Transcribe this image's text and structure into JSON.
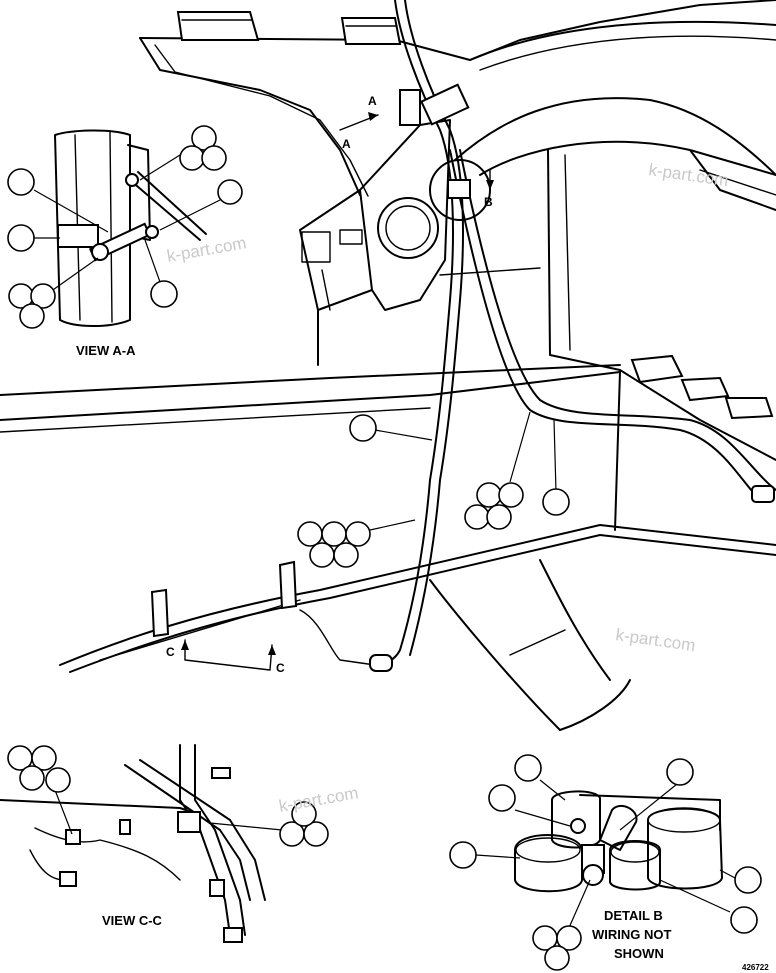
{
  "labels": {
    "view_aa": "VIEW A-A",
    "view_cc": "VIEW C-C",
    "detail_b_line1": "DETAIL B",
    "detail_b_line2": "WIRING NOT",
    "detail_b_line3": "SHOWN",
    "arrow_a_top": "A",
    "arrow_a_bottom": "A",
    "arrow_b": "B",
    "arrow_c_left": "C",
    "arrow_c_right": "C",
    "figure_number": "426722"
  },
  "watermarks": [
    "k-part.com",
    "k-part.com",
    "k-part.com",
    "k-part.com"
  ]
}
